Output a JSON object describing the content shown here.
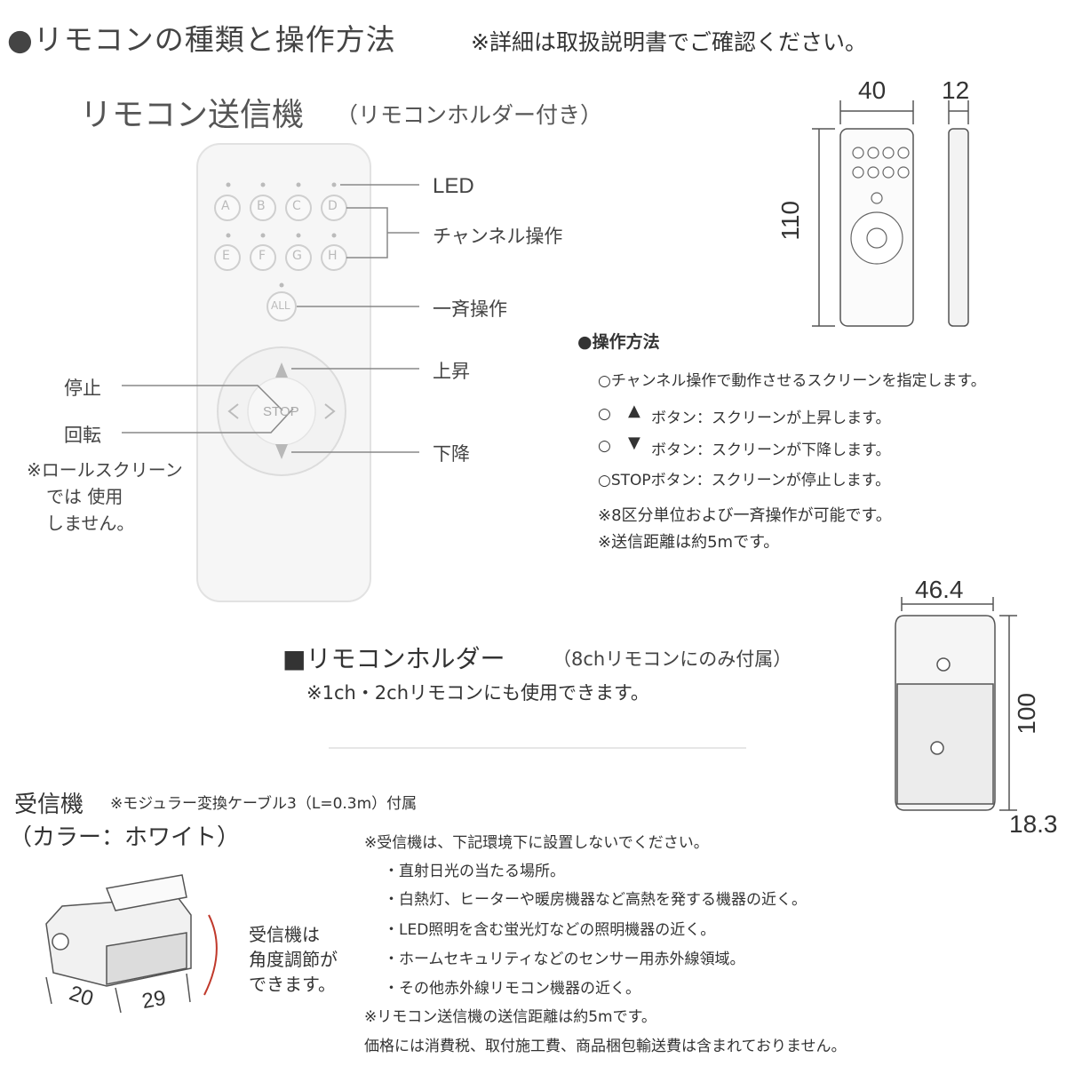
{
  "header": {
    "title": "●リモコンの種類と操作方法",
    "note": "※詳細は取扱説明書でご確認ください。"
  },
  "remote": {
    "title": "リモコン送信機",
    "title_sub": "（リモコンホルダー付き）",
    "buttons_row1": [
      "A",
      "B",
      "C",
      "D"
    ],
    "buttons_row2": [
      "E",
      "F",
      "G",
      "H"
    ],
    "all_button": "ALL",
    "stop_button": "STOP",
    "labels": {
      "led": "LED",
      "channel": "チャンネル操作",
      "all": "一斉操作",
      "up": "上昇",
      "down": "下降",
      "stop": "停止",
      "rotate": "回転",
      "rotate_note_1": "※ロールスクリーン",
      "rotate_note_2": "では 使用",
      "rotate_note_3": "しません。"
    }
  },
  "remote_dims": {
    "width": "40",
    "depth": "12",
    "height": "110"
  },
  "operation": {
    "title": "●操作方法",
    "items": [
      "○チャンネル操作で動作させるスクリーンを指定します。",
      "○",
      "ボタン：スクリーンが上昇します。",
      "○",
      "ボタン：スクリーンが下降します。",
      "○STOPボタン：スクリーンが停止します。"
    ],
    "notes": [
      "※8区分単位および一斉操作が可能です。",
      "※送信距離は約5mです。"
    ]
  },
  "holder": {
    "title": "■リモコンホルダー",
    "title_sub": "（8chリモコンにのみ付属）",
    "note": "※1ch・2chリモコンにも使用できます。",
    "dims": {
      "width": "46.4",
      "height": "100",
      "depth": "18.3"
    }
  },
  "receiver": {
    "title": "受信機",
    "cable_note": "※モジュラー変換ケーブル3（L=0.3m）付属",
    "color": "（カラー：ホワイト）",
    "angle_note_1": "受信機は",
    "angle_note_2": "角度調節が",
    "angle_note_3": "できます。",
    "dims": {
      "a": "20",
      "b": "29"
    },
    "install_notes": [
      "※受信機は、下記環境下に設置しないでください。",
      "・直射日光の当たる場所。",
      "・白熱灯、ヒーターや暖房機器など高熱を発する機器の近く。",
      "・LED照明を含む蛍光灯などの照明機器の近く。",
      "・ホームセキュリティなどのセンサー用赤外線領域。",
      "・その他赤外線リモコン機器の近く。",
      "※リモコン送信機の送信距離は約5mです。",
      "価格には消費税、取付施工費、商品梱包輸送費は含まれておりません。"
    ]
  }
}
